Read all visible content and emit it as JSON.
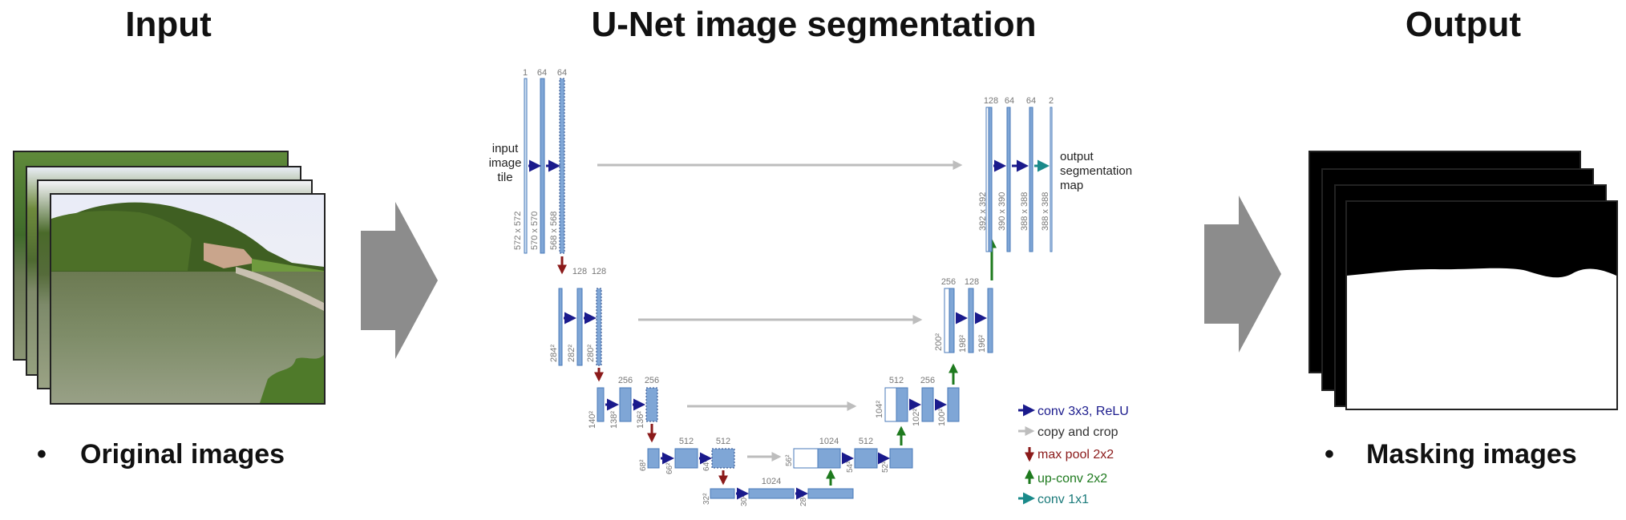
{
  "headings": {
    "input": "Input",
    "unet": "U-Net image segmentation",
    "output": "Output"
  },
  "captions": {
    "bullet": "•",
    "input": "Original images",
    "output": "Masking images"
  },
  "unet": {
    "input_text": [
      "input",
      "image",
      "tile"
    ],
    "output_text": [
      "output",
      "segmentation",
      "map"
    ],
    "channels": {
      "l1": [
        "1",
        "64",
        "64"
      ],
      "l2": [
        "128",
        "128"
      ],
      "l3": [
        "256",
        "256"
      ],
      "l4": [
        "512",
        "512"
      ],
      "l5": [
        "1024"
      ],
      "r5": [
        "1024"
      ],
      "r4": [
        "512"
      ],
      "r3": [
        "512",
        "256"
      ],
      "r2": [
        "256",
        "128"
      ],
      "r1": [
        "128",
        "64",
        "64",
        "2"
      ]
    },
    "sizes": {
      "l1": [
        "572 x 572",
        "570 x 570",
        "568 x 568"
      ],
      "l2": [
        "284²",
        "282²",
        "280²"
      ],
      "l3": [
        "140²",
        "138²",
        "136²"
      ],
      "l4": [
        "68²",
        "66²",
        "64²"
      ],
      "l5": [
        "32²",
        "30²",
        "28²"
      ],
      "r4": [
        "56²",
        "54²",
        "52²"
      ],
      "r3": [
        "104²",
        "102²",
        "100²"
      ],
      "r2": [
        "200²",
        "198²",
        "196²"
      ],
      "r1": [
        "392 x 392",
        "390 x 390",
        "388 x 388",
        "388 x 388"
      ]
    },
    "legend": [
      {
        "label": "conv 3x3, ReLU",
        "color": "#1a1a8c",
        "arrow": "right"
      },
      {
        "label": "copy and crop",
        "color": "#333333",
        "arrow": "right-gray"
      },
      {
        "label": "max pool 2x2",
        "color": "#8b1a1a",
        "arrow": "down"
      },
      {
        "label": "up-conv 2x2",
        "color": "#1e7a1e",
        "arrow": "up"
      },
      {
        "label": "conv 1x1",
        "color": "#1a7a7a",
        "arrow": "right-teal"
      }
    ]
  },
  "colors": {
    "feature_map": "#7fa6d6",
    "feature_map_edge": "#4a7ab8",
    "conv_arrow": "#1a1a8c",
    "copy_arrow": "#bdbdbd",
    "pool_arrow": "#8b1a1a",
    "upconv_arrow": "#1e7a1e",
    "conv1x1_arrow": "#1a8a8a",
    "big_arrow": "#8c8c8c"
  }
}
